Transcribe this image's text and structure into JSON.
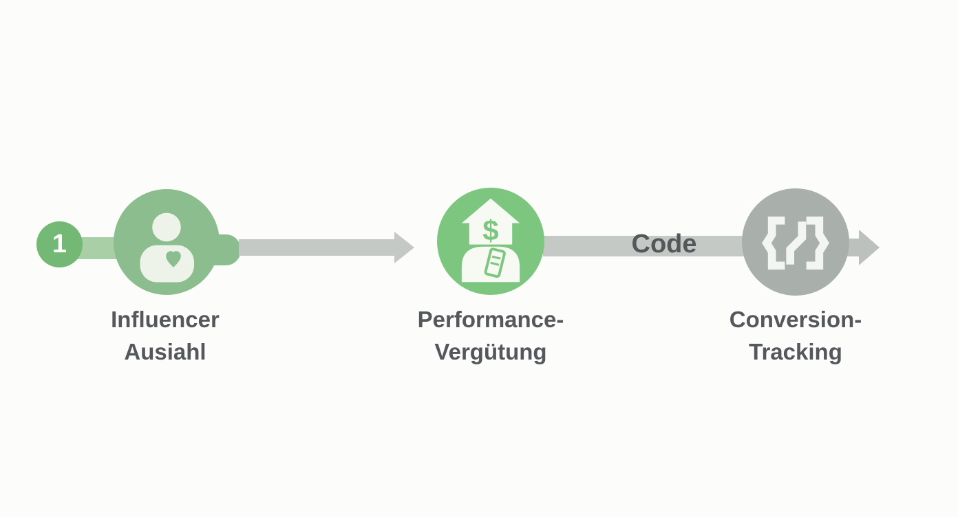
{
  "diagram": {
    "badge": {
      "number": "1"
    },
    "steps": [
      {
        "name": "influencer-auswahl",
        "icon": "person-icon",
        "label_line1": "Influencer",
        "label_line2": "Ausiahl"
      },
      {
        "name": "performance-verguetung",
        "icon": "money-person-icon",
        "label_line1": "Performance-",
        "label_line2": "Vergütung"
      },
      {
        "name": "conversion-tracking",
        "icon": "code-brackets-icon",
        "label_line1": "Conversion-",
        "label_line2": "Tracking"
      }
    ],
    "connector_label": "Code"
  },
  "colors": {
    "background": "#fcfcfb",
    "badge_green": "#74b876",
    "badge_link_green": "#a8cfa5",
    "step1_green": "#8cbd8e",
    "step2_green": "#7dc67f",
    "step3_gray": "#a9afab",
    "arrow_gray": "#c5c9c5",
    "out_arrow_gray": "#bcc1bd",
    "label_dark": "#54575b",
    "icon_light": "#eef3ea",
    "icon_white": "#f6faf3",
    "badge_text": "#ffffff",
    "code_label": "#54585a"
  }
}
